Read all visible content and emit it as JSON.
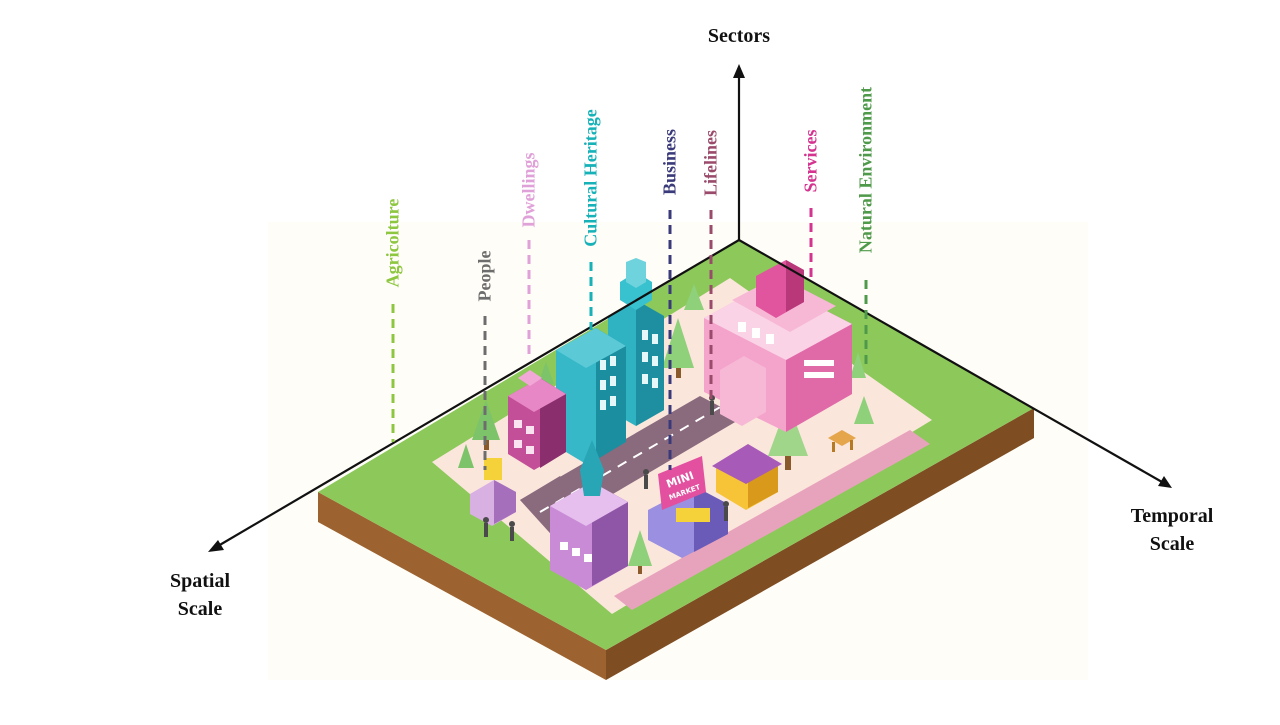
{
  "axes": {
    "vertical": {
      "label": "Sectors"
    },
    "left": {
      "line1": "Spatial",
      "line2": "Scale"
    },
    "right": {
      "line1": "Temporal",
      "line2": "Scale"
    }
  },
  "sectors": [
    {
      "key": "agriculture",
      "label": "Agricolture",
      "color": "#8dc63f"
    },
    {
      "key": "people",
      "label": "People",
      "color": "#6d6d6d"
    },
    {
      "key": "dwellings",
      "label": "Dwellings",
      "color": "#e0a0d8"
    },
    {
      "key": "cultural-heritage",
      "label": "Cultural Heritage",
      "color": "#17b1b8"
    },
    {
      "key": "business",
      "label": "Business",
      "color": "#3a3a7a"
    },
    {
      "key": "lifelines",
      "label": "Lifelines",
      "color": "#9a4a6a"
    },
    {
      "key": "services",
      "label": "Services",
      "color": "#d4338f"
    },
    {
      "key": "natural-environment",
      "label": "Natural Environment",
      "color": "#4f9a4a"
    }
  ],
  "illustration": {
    "signs": {
      "mini_market": "MINI",
      "mini_market_line2": "MARKET"
    }
  },
  "colors": {
    "grass": "#8cc85a",
    "soil": "#a86a34",
    "pavement": "#fbe6dc",
    "road": "#8a6a7d",
    "axis": "#111111"
  }
}
